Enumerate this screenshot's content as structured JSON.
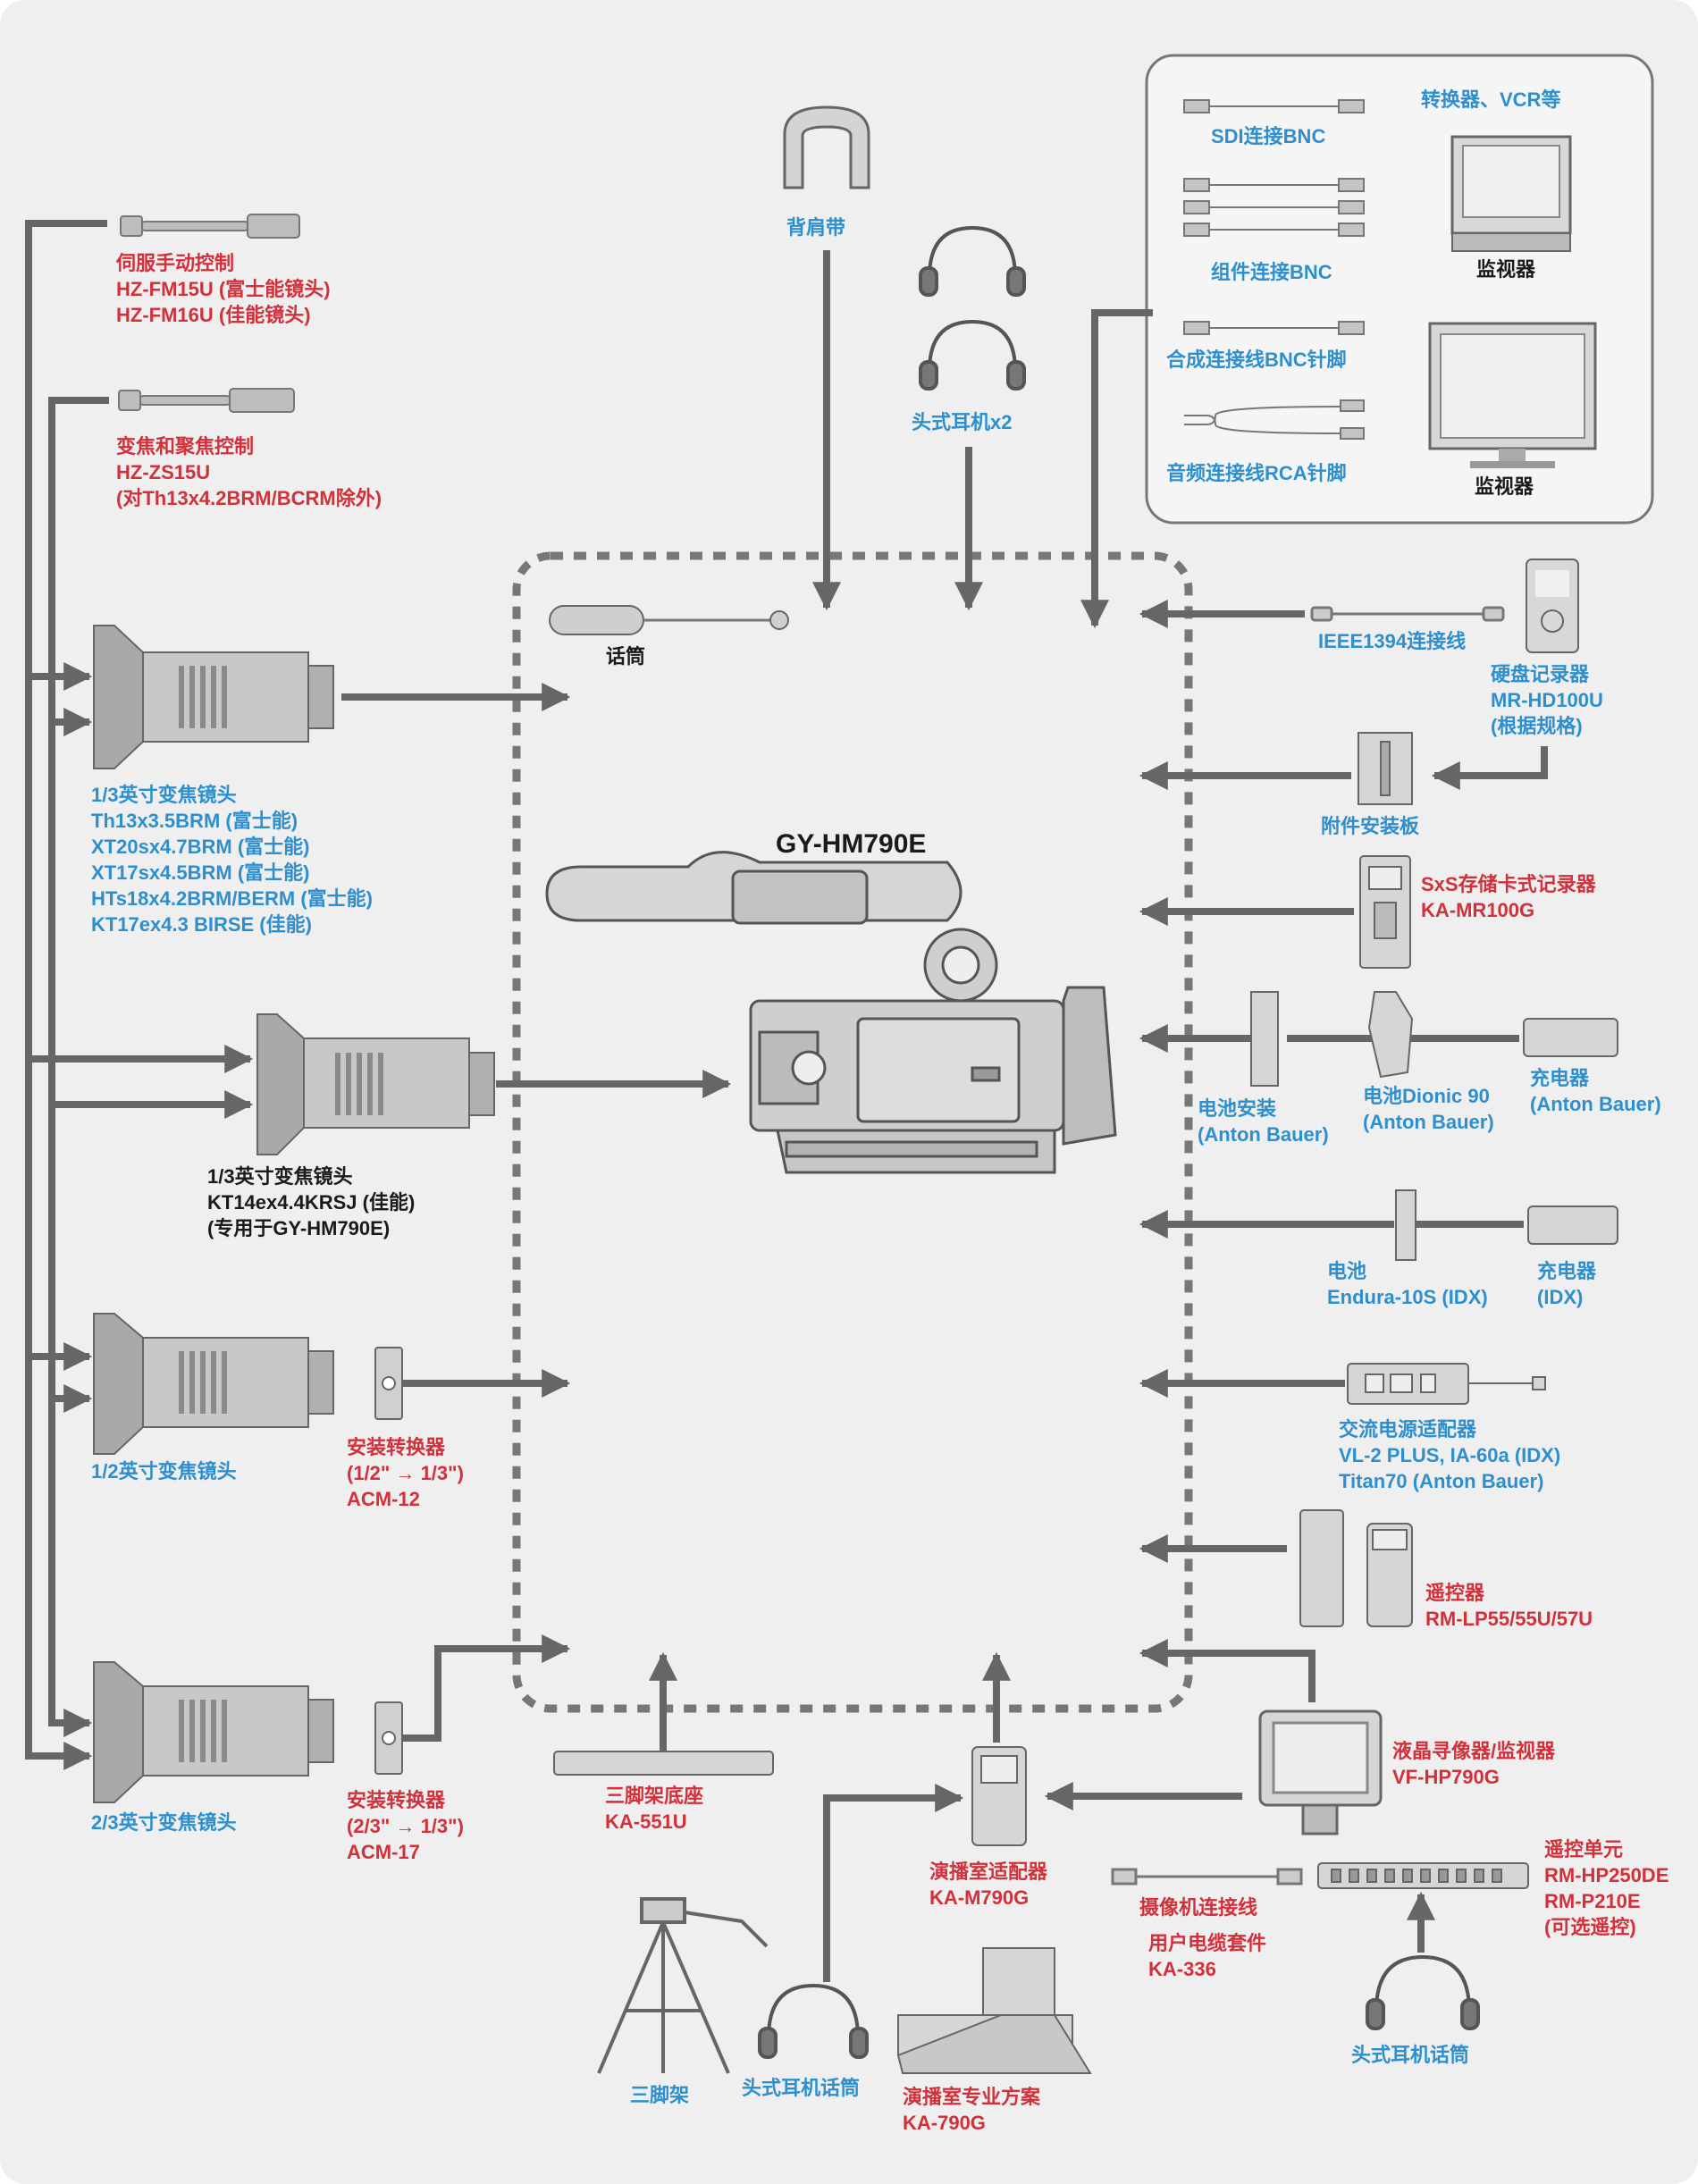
{
  "colors": {
    "blue": "#2e8fcf",
    "red": "#d2303a",
    "black": "#1a1a1a",
    "line": "#666666",
    "panel": "#efefef"
  },
  "camera_title": "GY-HM790E",
  "top": {
    "shoulder_pad": "背肩带",
    "headphones": "头式耳机x2"
  },
  "output_box": {
    "title": "转换器、VCR等",
    "sdi": "SDI连接BNC",
    "component": "组件连接BNC",
    "composite": "合成连接线BNC针脚",
    "audio": "音频连接线RCA针脚",
    "monitor1": "监视器",
    "monitor2": "监视器"
  },
  "left": {
    "zoom_control": "伺服手动控制\nHZ-FM15U (富士能镜头)\nHZ-FM16U (佳能镜头)",
    "focus_control": "变焦和聚焦控制\nHZ-ZS15U\n(对Th13x4.2BRM/BCRM除外)",
    "lens_13": "1/3英寸变焦镜头\nTh13x3.5BRM (富士能)\nXT20sx4.7BRM (富士能)\nXT17sx4.5BRM (富士能)\nHTs18x4.2BRM/BERM (富士能)\nKT17ex4.3 BIRSE (佳能)",
    "lens_13_canon": "1/3英寸变焦镜头\nKT14ex4.4KRSJ (佳能)\n(专用于GY-HM790E)",
    "lens_12": "1/2英寸变焦镜头",
    "adapter_12": "安装转换器\n(1/2\" → 1/3\")\nACM-12",
    "lens_23": "2/3英寸变焦镜头",
    "adapter_23": "安装转换器\n(2/3\" → 1/3\")\nACM-17"
  },
  "center": {
    "mic": "话筒"
  },
  "right": {
    "ieee": "IEEE1394连接线",
    "hdd": "硬盘记录器\nMR-HD100U\n(根据规格)",
    "bracket": "附件安装板",
    "sxs": "SxS存储卡式记录器\nKA-MR100G",
    "battery_mount": "电池安装\n(Anton Bauer)",
    "battery_dionic": "电池Dionic 90\n(Anton Bauer)",
    "charger_ab": "充电器\n(Anton Bauer)",
    "battery_idx": "电池\nEndura-10S (IDX)",
    "charger_idx": "充电器\n(IDX)",
    "ac_adapter": "交流电源适配器\nVL-2 PLUS, IA-60a (IDX)\nTitan70 (Anton Bauer)",
    "remote": "遥控器\nRM-LP55/55U/57U"
  },
  "bottom": {
    "tripod_adapter": "三脚架底座\nKA-551U",
    "tripod": "三脚架",
    "headset_mic1": "头式耳机话筒",
    "studio_adapter": "演播室适配器\nKA-M790G",
    "studio_kit": "演播室专业方案\nKA-790G",
    "vf": "液晶寻像器/监视器\nVF-HP790G",
    "rm_unit": "遥控单元\nRM-HP250DE\nRM-P210E\n(可选遥控)",
    "camera_cable": "摄像机连接线",
    "cable_kit": "用户电缆套件\nKA-336",
    "headset_mic2": "头式耳机话筒"
  }
}
